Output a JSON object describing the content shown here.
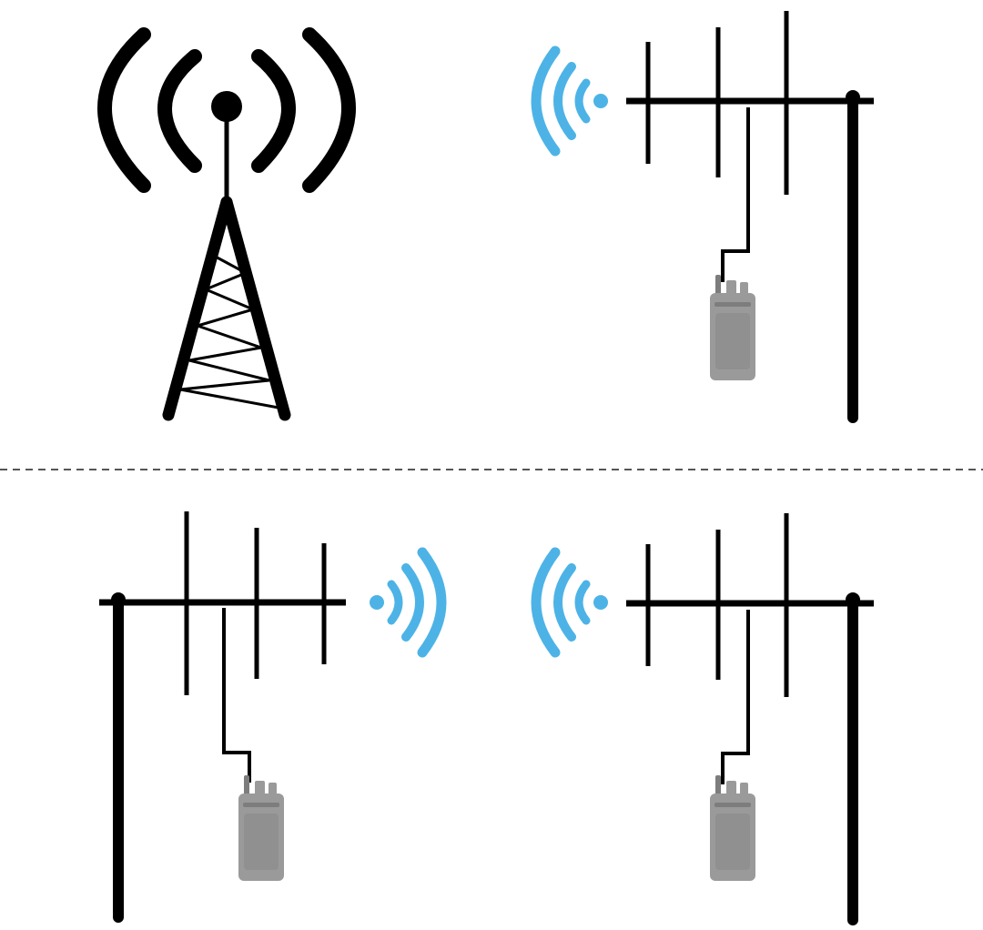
{
  "colors": {
    "background": "#ffffff",
    "ink": "#000000",
    "signal": "#4db3e6",
    "radio_body": "#9a9a9a",
    "radio_dark": "#7d7d7d",
    "divider": "#555555"
  },
  "scenes": [
    {
      "id": "top",
      "items": [
        {
          "kind": "cell-tower",
          "icon": "cell-tower-icon",
          "signal": "broadcast-waves"
        },
        {
          "kind": "yagi-antenna-with-radio",
          "icon": "yagi-antenna-icon",
          "facing": "left",
          "signal": "receive-waves"
        }
      ]
    },
    {
      "id": "bottom",
      "items": [
        {
          "kind": "yagi-antenna-with-radio",
          "icon": "yagi-antenna-icon",
          "facing": "right",
          "signal": "transmit-waves"
        },
        {
          "kind": "yagi-antenna-with-radio",
          "icon": "yagi-antenna-icon",
          "facing": "left",
          "signal": "receive-waves"
        }
      ]
    }
  ],
  "divider": {
    "style": "dashed"
  }
}
